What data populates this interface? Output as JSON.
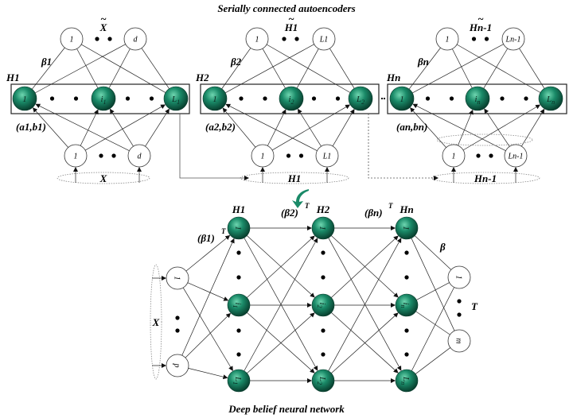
{
  "titles": {
    "top": "Serially connected autoencoders",
    "bottom": "Deep belief neural network"
  },
  "autoencoders": [
    {
      "hidden_label": "H1",
      "weight_label": "β1",
      "bias_label": "(a1,b1)",
      "recon_label": "X",
      "input_label": "X",
      "top_nodes": [
        "1",
        "d"
      ],
      "hidden_nodes": [
        "1",
        "i1",
        "L1"
      ],
      "bottom_nodes": [
        "1",
        "d"
      ]
    },
    {
      "hidden_label": "H2",
      "weight_label": "β2",
      "bias_label": "(a2,b2)",
      "recon_label": "H1",
      "input_label": "H1",
      "top_nodes": [
        "1",
        "L1"
      ],
      "hidden_nodes": [
        "1",
        "i2",
        "L2"
      ],
      "bottom_nodes": [
        "1",
        "L1"
      ]
    },
    {
      "hidden_label": "Hn",
      "weight_label": "βn",
      "bias_label": "(an,bn)",
      "recon_label": "Hn-1",
      "input_label": "Hn-1",
      "top_nodes": [
        "1",
        "Ln-1"
      ],
      "hidden_nodes": [
        "1",
        "in",
        "Ln"
      ],
      "bottom_nodes": [
        "1",
        "Ln-1"
      ]
    }
  ],
  "dbn": {
    "input_label": "X",
    "input_nodes": [
      "1",
      "p"
    ],
    "layers": [
      {
        "label": "H1",
        "weight_label": "(β1)",
        "sup": "T",
        "nodes": [
          "1",
          "i1",
          "L1"
        ]
      },
      {
        "label": "H2",
        "weight_label": "(β2)",
        "sup": "T",
        "nodes": [
          "1",
          "i2",
          "L2"
        ]
      },
      {
        "label": "Hn",
        "weight_label": "(βn)",
        "sup": "T",
        "nodes": [
          "1",
          "in",
          "Ln"
        ]
      }
    ],
    "output_weight_label": "β",
    "output_label": "T",
    "output_nodes": [
      "1",
      "m"
    ]
  },
  "colors": {
    "node_green": "#1a8a68",
    "node_green_dark": "#0b5540",
    "node_green_light": "#5ec9a4"
  }
}
